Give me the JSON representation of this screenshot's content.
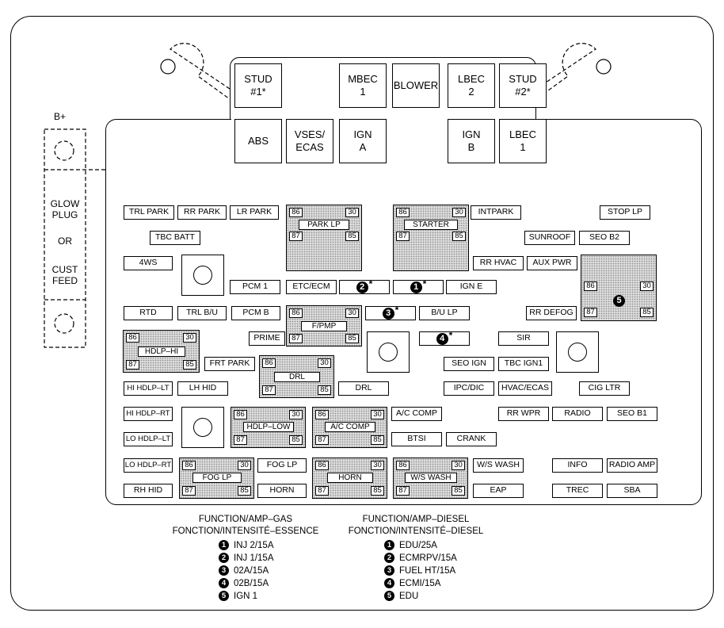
{
  "side_labels": {
    "b_plus": "B+",
    "glow_plug": "GLOW\nPLUG",
    "or": "OR",
    "cust_feed": "CUST\nFEED"
  },
  "top_fuses": {
    "stud1": "STUD\n#1*",
    "mbec1": "MBEC\n1",
    "blower": "BLOWER",
    "lbec2": "LBEC\n2",
    "stud2": "STUD\n#2*",
    "abs": "ABS",
    "vses": "VSES/\nECAS",
    "ign_a": "IGN\nA",
    "ign_b": "IGN\nB",
    "lbec1": "LBEC\n1"
  },
  "fuses": {
    "trl_park": "TRL PARK",
    "rr_park": "RR PARK",
    "lr_park": "LR PARK",
    "tbc_batt": "TBC BATT",
    "ws4": "4WS",
    "pcm1": "PCM 1",
    "etc_ecm": "ETC/ECM",
    "ign_e": "IGN E",
    "intpark": "INTPARK",
    "stop_lp": "STOP LP",
    "sunroof": "SUNROOF",
    "seo_b2": "SEO B2",
    "rr_hvac": "RR HVAC",
    "aux_pwr": "AUX PWR",
    "rtd": "RTD",
    "trl_bu": "TRL B/U",
    "pcm_b": "PCM B",
    "bu_lp": "B/U LP",
    "rr_defog": "RR DEFOG",
    "prime": "PRIME",
    "sir": "SIR",
    "frt_park": "FRT PARK",
    "seo_ign": "SEO IGN",
    "tbc_ign1": "TBC IGN1",
    "hi_hdlp_lt": "HI HDLP–LT",
    "lh_hid": "LH HID",
    "drl": "DRL",
    "ipc_dic": "IPC/DIC",
    "hvac_ecas": "HVAC/ECAS",
    "cig_ltr": "CIG LTR",
    "hi_hdlp_rt": "HI HDLP–RT",
    "ac_comp": "A/C COMP",
    "rr_wpr": "RR WPR",
    "radio": "RADIO",
    "seo_b1": "SEO B1",
    "lo_hdlp_lt": "LO HDLP–LT",
    "btsi": "BTSI",
    "crank": "CRANK",
    "lo_hdlp_rt": "LO HDLP–RT",
    "fog_lp": "FOG LP",
    "ws_wash": "W/S WASH",
    "info": "INFO",
    "radio_amp": "RADIO AMP",
    "rh_hid": "RH HID",
    "horn": "HORN",
    "eap": "EAP",
    "trec": "TREC",
    "sba": "SBA"
  },
  "relays": {
    "park_lp": "PARK LP",
    "starter": "STARTER",
    "f_pmp": "F/PMP",
    "hdlp_hi": "HDLP–HI",
    "drl": "DRL",
    "hdlp_low": "HDLP–LOW",
    "ac_comp": "A/C COMP",
    "fog_lp": "FOG LP",
    "horn": "HORN",
    "ws_wash": "W/S WASH",
    "pins": {
      "p86": "86",
      "p30": "30",
      "p87": "87",
      "p85": "85"
    }
  },
  "numbered": {
    "n1": "1",
    "n2": "2",
    "n3": "3",
    "n4": "4",
    "n5": "5",
    "star": "*"
  },
  "legend": {
    "gas_title": "FUNCTION/AMP–GAS",
    "gas_title_fr": "FONCTION/INTENSITÉ–ESSENCE",
    "diesel_title": "FUNCTION/AMP–DIESEL",
    "diesel_title_fr": "FONCTION/INTENSITÉ–DIESEL",
    "gas": [
      {
        "num": "1",
        "text": "INJ 2/15A"
      },
      {
        "num": "2",
        "text": "INJ 1/15A"
      },
      {
        "num": "3",
        "text": "02A/15A"
      },
      {
        "num": "4",
        "text": "02B/15A"
      },
      {
        "num": "5",
        "text": "IGN 1"
      }
    ],
    "diesel": [
      {
        "num": "1",
        "text": "EDU/25A"
      },
      {
        "num": "2",
        "text": "ECMRPV/15A"
      },
      {
        "num": "3",
        "text": "FUEL HT/15A"
      },
      {
        "num": "4",
        "text": "ECMI/15A"
      },
      {
        "num": "5",
        "text": "EDU"
      }
    ]
  }
}
